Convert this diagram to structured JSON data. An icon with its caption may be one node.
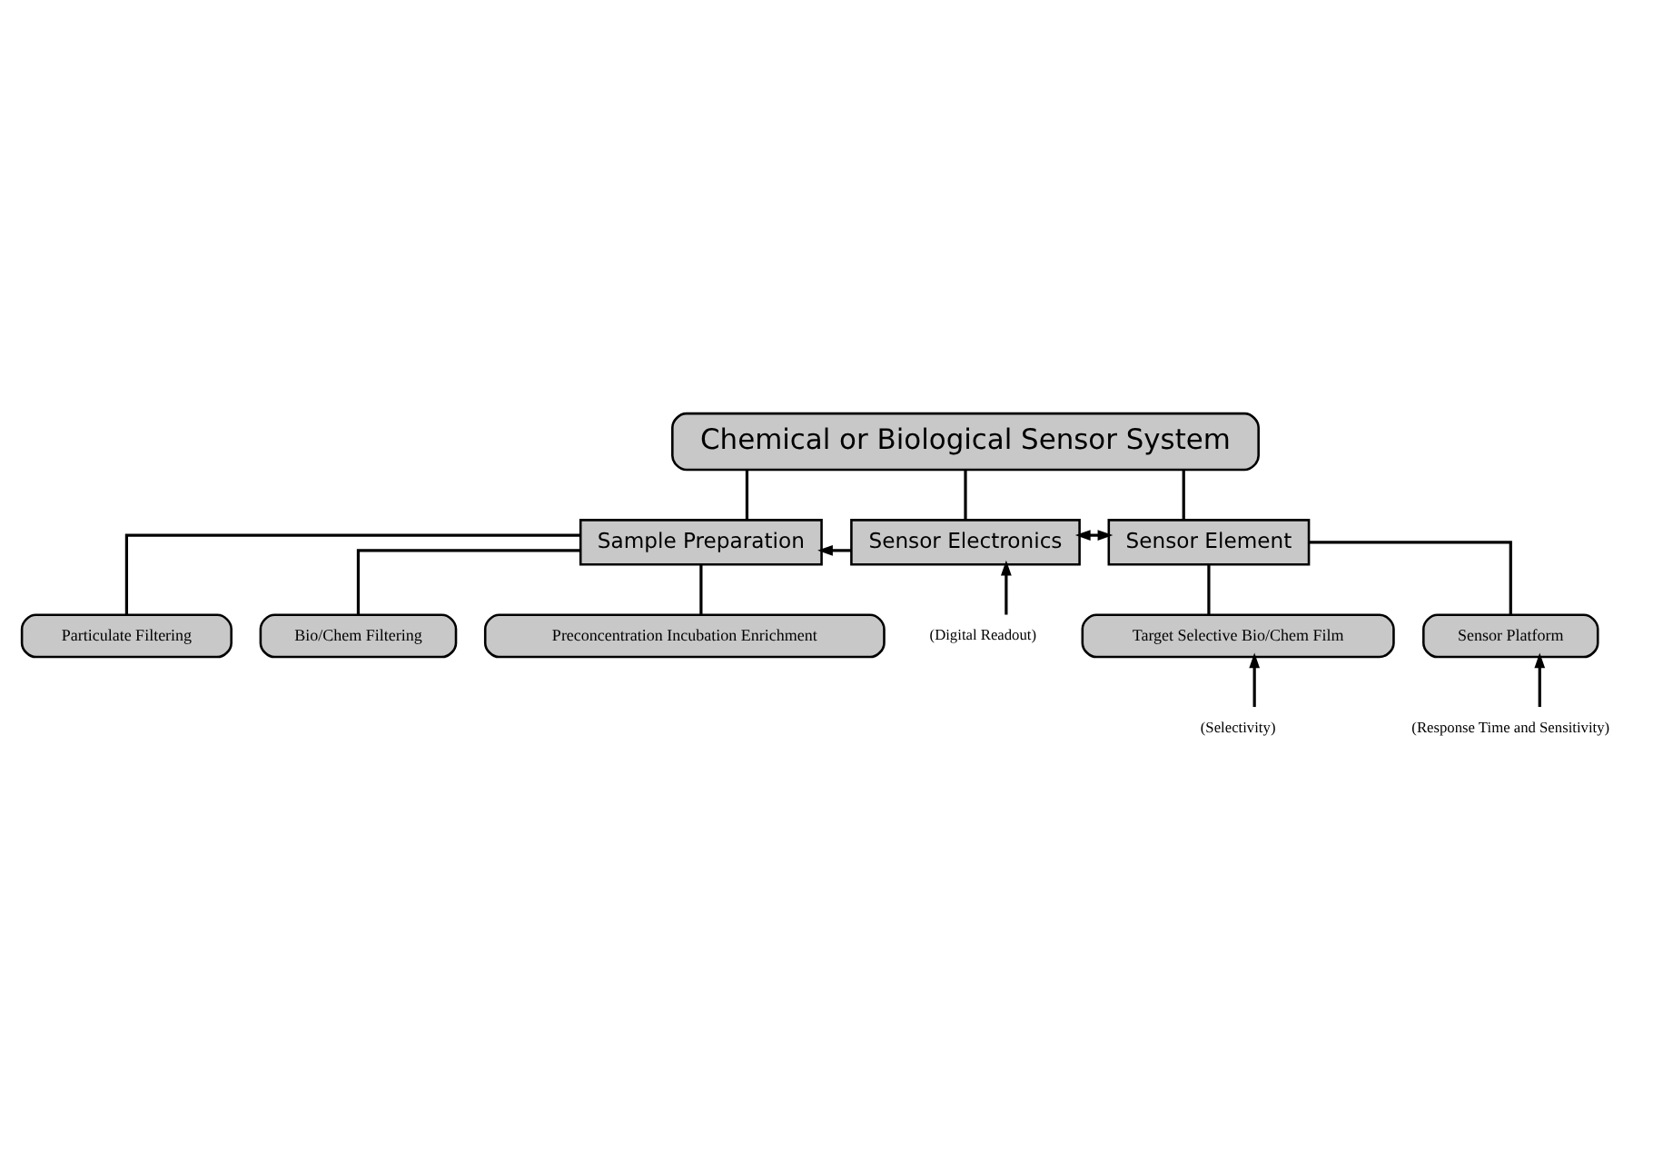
{
  "diagram": {
    "nodes": [
      {
        "text": [
          "Chemical or Biological Sensor System"
        ]
      },
      {
        "text": [
          "Sample Preparation"
        ]
      },
      {
        "text": [
          "Sensor Electronics"
        ]
      },
      {
        "text": [
          "Sensor Element"
        ]
      },
      {
        "text": [
          "Particulate Filtering"
        ]
      },
      {
        "text": [
          "Bio/Chem Filtering"
        ]
      },
      {
        "text": [
          "Preconcentration Incubation Enrichment"
        ]
      },
      {
        "text": [
          "Target Selective Bio/Chem Film"
        ]
      },
      {
        "text": [
          "Sensor Platform"
        ]
      },
      {
        "text": [
          "(Digital Readout)"
        ]
      },
      {
        "text": [
          "(Selectivity)"
        ]
      },
      {
        "text": [
          "(Response Time and Sensitivity)"
        ]
      }
    ],
    "edges": [
      {
        "from": 0,
        "to": 1,
        "arrow": "none"
      },
      {
        "from": 0,
        "to": 2,
        "arrow": "none"
      },
      {
        "from": 0,
        "to": 3,
        "arrow": "none"
      },
      {
        "from": 2,
        "to": 1,
        "arrow": "to"
      },
      {
        "from": 2,
        "to": 3,
        "arrow": "both"
      },
      {
        "from": 1,
        "to": 4,
        "arrow": "none"
      },
      {
        "from": 1,
        "to": 5,
        "arrow": "none"
      },
      {
        "from": 1,
        "to": 6,
        "arrow": "none"
      },
      {
        "from": 3,
        "to": 7,
        "arrow": "none"
      },
      {
        "from": 3,
        "to": 8,
        "arrow": "none"
      },
      {
        "from": 9,
        "to": 2,
        "arrow": "to"
      },
      {
        "from": 10,
        "to": 7,
        "arrow": "to"
      },
      {
        "from": 11,
        "to": 8,
        "arrow": "to"
      }
    ]
  }
}
